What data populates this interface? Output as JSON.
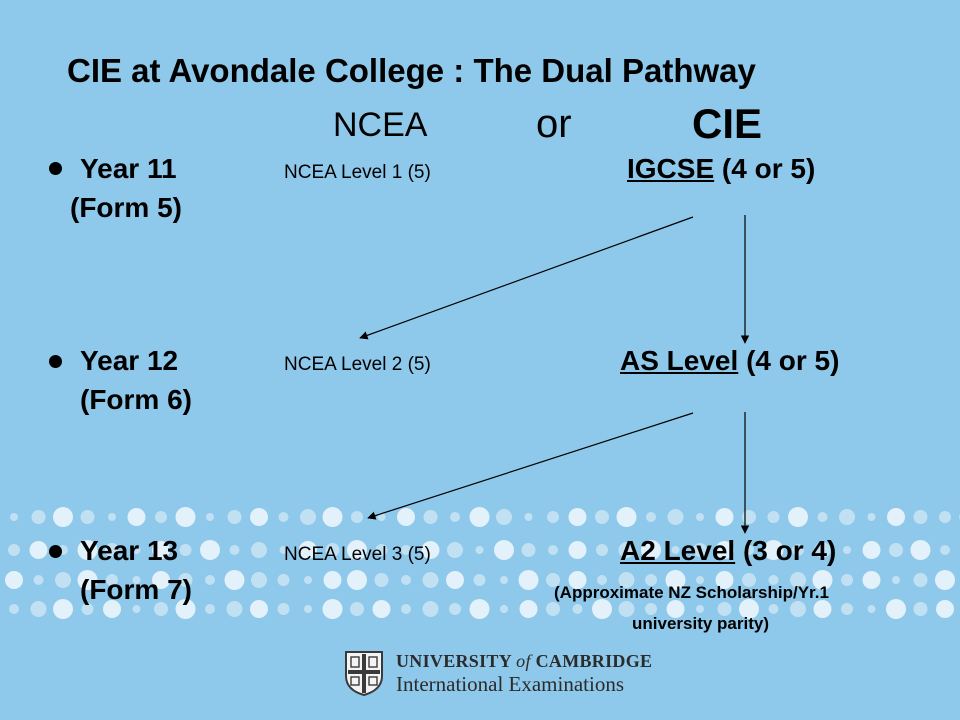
{
  "title": "CIE at Avondale College : The Dual Pathway",
  "columns": {
    "ncea": "NCEA",
    "or": "or",
    "cie": "CIE"
  },
  "rows": [
    {
      "year": "Year 11",
      "form": "(Form 5)",
      "ncea": "NCEA Level 1 (5)",
      "cie_name": "IGCSE",
      "cie_detail": "(4 or 5)"
    },
    {
      "year": "Year 12",
      "form": "(Form 6)",
      "ncea": "NCEA Level 2 (5)",
      "cie_name": "AS Level",
      "cie_detail": "(4 or 5)"
    },
    {
      "year": "Year 13",
      "form": "(Form 7)",
      "ncea": "NCEA Level 3 (5)",
      "cie_name": "A2 Level",
      "cie_detail": "(3 or 4)"
    }
  ],
  "note": {
    "line1": "(Approximate NZ Scholarship/Yr.1",
    "line2": "university parity)"
  },
  "logo": {
    "university_prefix": "UNIVERSITY",
    "university_of": "of",
    "university_suffix": "CAMBRIDGE",
    "subtitle": "International Examinations"
  },
  "colors": {
    "background": "#8ec8ea",
    "dots": "#ffffff",
    "text": "#000000"
  }
}
